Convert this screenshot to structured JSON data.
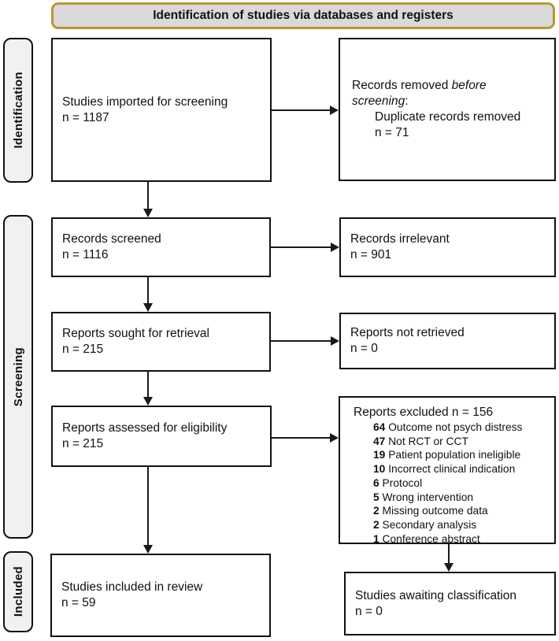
{
  "banner": {
    "title": "Identification of studies via databases and registers"
  },
  "colors": {
    "banner_border": "#bd9535",
    "banner_fill": "#d9d9d9",
    "stage_fill": "#f1f1f1",
    "box_border": "#111111"
  },
  "stages": {
    "identification": "Identification",
    "screening": "Screening",
    "included": "Included"
  },
  "boxes": {
    "imported": {
      "line1": "Studies imported for screening",
      "line2": "n = 1187"
    },
    "removed_before": {
      "l1_normal": "Records removed ",
      "l1_italic": "before",
      "l2_italic": "screening",
      "l2_suffix": ":",
      "sub1": "Duplicate records removed",
      "sub2": "n = 71"
    },
    "screened": {
      "line1": "Records screened",
      "line2": "n = 1116"
    },
    "irrelevant": {
      "line1": "Records irrelevant",
      "line2": "n = 901"
    },
    "sought": {
      "line1": "Reports sought for retrieval",
      "line2": "n = 215"
    },
    "not_retrieved": {
      "line1": "Reports not retrieved",
      "line2": "n = 0"
    },
    "assessed": {
      "line1": "Reports assessed for eligibility",
      "line2": "n = 215"
    },
    "excluded": {
      "header": "Reports excluded n = 156",
      "items": [
        {
          "count": "64",
          "label": "Outcome not psych distress"
        },
        {
          "count": "47",
          "label": "Not RCT or CCT"
        },
        {
          "count": "19",
          "label": "Patient population ineligible"
        },
        {
          "count": "10",
          "label": "Incorrect clinical indication"
        },
        {
          "count": "6",
          "label": "Protocol"
        },
        {
          "count": "5",
          "label": "Wrong intervention"
        },
        {
          "count": "2",
          "label": "Missing outcome data"
        },
        {
          "count": "2",
          "label": "Secondary analysis"
        },
        {
          "count": "1",
          "label": "Conference abstract"
        }
      ]
    },
    "included_review": {
      "line1": "Studies included in review",
      "line2": "n = 59"
    },
    "awaiting": {
      "line1": "Studies awaiting classification",
      "line2": "n = 0"
    }
  }
}
